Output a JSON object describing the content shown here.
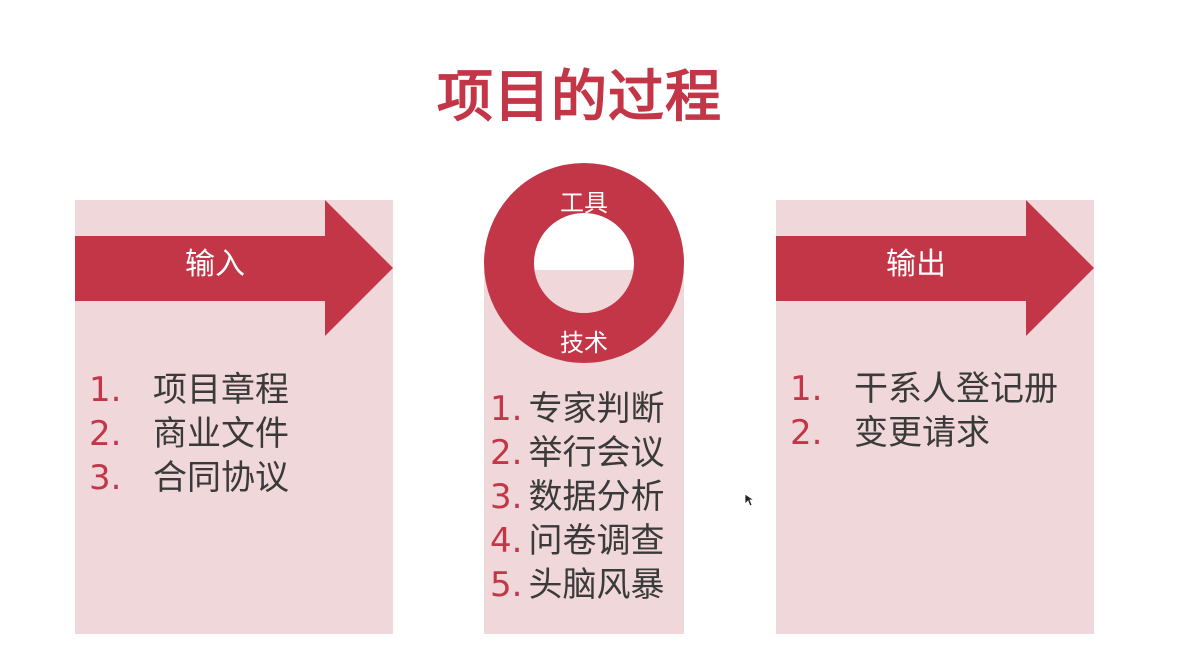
{
  "title": "项目的过程",
  "colors": {
    "accent": "#c23647",
    "panel_bg": "#f0d7da",
    "text": "#3a3a3a"
  },
  "input": {
    "label": "输入",
    "items": [
      {
        "num": "1.",
        "text": "项目章程"
      },
      {
        "num": "2.",
        "text": "商业文件"
      },
      {
        "num": "3.",
        "text": "合同协议"
      }
    ]
  },
  "tools": {
    "label_top": "工具",
    "label_bottom": "技术",
    "items": [
      {
        "num": "1.",
        "text": "专家判断"
      },
      {
        "num": "2.",
        "text": "举行会议"
      },
      {
        "num": "3.",
        "text": "数据分析"
      },
      {
        "num": "4.",
        "text": "问卷调查"
      },
      {
        "num": "5.",
        "text": "头脑风暴"
      }
    ]
  },
  "output": {
    "label": "输出",
    "items": [
      {
        "num": "1.",
        "text": "干系人登记册"
      },
      {
        "num": "2.",
        "text": "变更请求"
      }
    ]
  }
}
